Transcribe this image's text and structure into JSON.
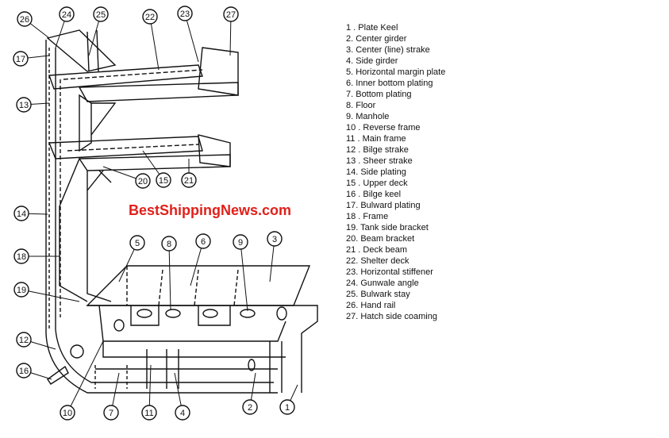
{
  "watermark": "BestShippingNews.com",
  "legend": [
    "1 . Plate Keel",
    "2. Center girder",
    "3. Center (line) strake",
    "4. Side girder",
    "5. Horizontal margin plate",
    "6. Inner bottom plating",
    "7. Bottom plating",
    "8. Floor",
    "9. Manhole",
    "10 . Reverse frame",
    "11 . Main frame",
    "12 . Bilge strake",
    "13 . Sheer strake",
    "14. Side plating",
    "15 . Upper deck",
    "16 . Bilge keel",
    "17. Bulward plating",
    "18 . Frame",
    "19. Tank side bracket",
    "20. Beam bracket",
    "21 . Deck beam",
    "22. Shelter deck",
    "23. Horizontal stiffener",
    "24. Gunwale angle",
    "25. Bulwark stay",
    "26. Hand rail",
    "27. Hatch side coaming"
  ],
  "callouts": [
    "26",
    "24",
    "25",
    "22",
    "23",
    "27",
    "17",
    "13",
    "14",
    "18",
    "19",
    "12",
    "16",
    "10",
    "7",
    "11",
    "4",
    "2",
    "1",
    "5",
    "8",
    "6",
    "9",
    "3",
    "20",
    "15",
    "21"
  ]
}
